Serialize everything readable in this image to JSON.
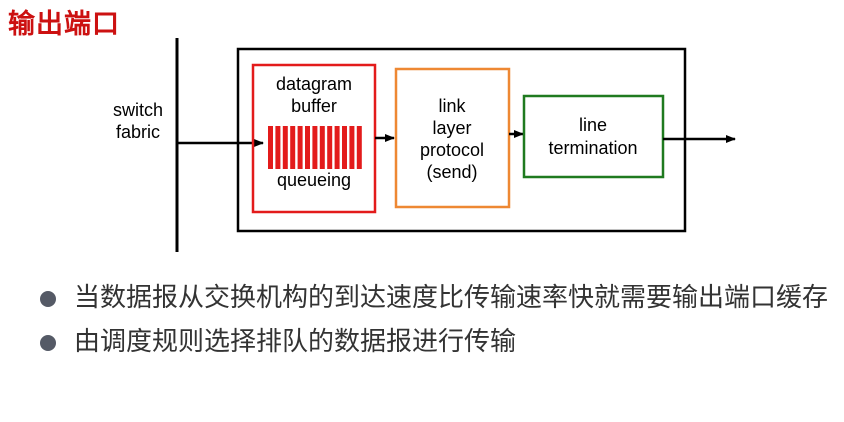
{
  "title": "输出端口",
  "diagram": {
    "switch_fabric": [
      "switch",
      "fabric"
    ],
    "buffer_box": {
      "lines": [
        "datagram",
        "buffer"
      ],
      "queue_label": "queueing",
      "color": "#e31b1b"
    },
    "link_box": {
      "lines": [
        "link",
        "layer",
        "protocol",
        "(send)"
      ],
      "color": "#ee8833"
    },
    "line_box": {
      "lines": [
        "line",
        "termination"
      ],
      "color": "#1f7a1f"
    }
  },
  "bullets": [
    "当数据报从交换机构的到达速度比传输速率快就需要输出端口缓存",
    "由调度规则选择排队的数据报进行传输"
  ]
}
